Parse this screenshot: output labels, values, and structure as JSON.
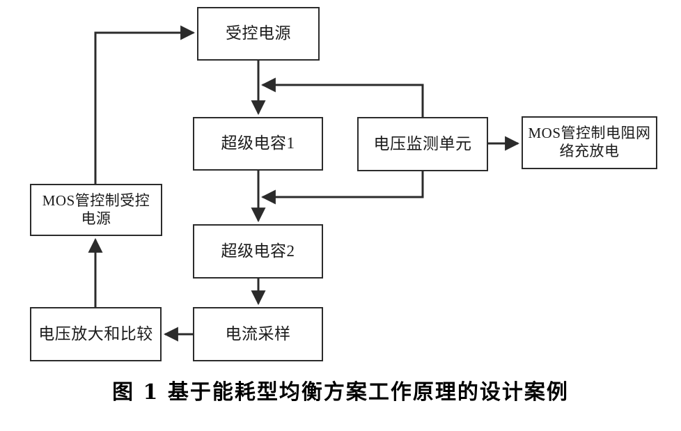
{
  "figure": {
    "caption": "图 1  基于能耗型均衡方案工作原理的设计案例",
    "background_color": "#ffffff",
    "line_color": "#2b2b2b",
    "text_color": "#1b1b1b"
  },
  "nodes": {
    "controlled_source": {
      "label": "受控电源"
    },
    "supercap1": {
      "label": "超级电容1"
    },
    "voltage_monitor": {
      "label": "电压监测单元"
    },
    "mos_resistor_network": {
      "label": "MOS管控制电阻网\n络充放电"
    },
    "mos_source_control": {
      "label": "MOS管控制受控\n电源"
    },
    "supercap2": {
      "label": "超级电容2"
    },
    "current_sample": {
      "label": "电流采样"
    },
    "voltage_amp_compare": {
      "label": "电压放大和比较"
    }
  },
  "connections": [
    {
      "name": "controlled-source-to-supercap1",
      "from": "controlled_source",
      "to": "supercap1",
      "arrow": "down"
    },
    {
      "name": "supercap1-to-supercap2",
      "from": "supercap1",
      "to": "supercap2",
      "arrow": "down"
    },
    {
      "name": "supercap2-to-current-sample",
      "from": "supercap2",
      "to": "current_sample",
      "arrow": "down"
    },
    {
      "name": "current-sample-to-voltage-amp",
      "from": "current_sample",
      "to": "voltage_amp_compare",
      "arrow": "left"
    },
    {
      "name": "voltage-amp-to-mos-source-control",
      "from": "voltage_amp_compare",
      "to": "mos_source_control",
      "arrow": "up"
    },
    {
      "name": "mos-source-control-to-controlled-source",
      "from": "mos_source_control",
      "to": "controlled_source",
      "arrow": "right"
    },
    {
      "name": "voltage-monitor-to-mos-resistor-network",
      "from": "voltage_monitor",
      "to": "mos_resistor_network",
      "arrow": "right"
    },
    {
      "name": "voltage-monitor-to-supercap1-feedback",
      "from": "voltage_monitor",
      "to": "supercap1",
      "arrow": "left"
    },
    {
      "name": "voltage-monitor-to-supercap2-feedback",
      "from": "voltage_monitor",
      "to": "supercap2",
      "arrow": "left"
    }
  ]
}
